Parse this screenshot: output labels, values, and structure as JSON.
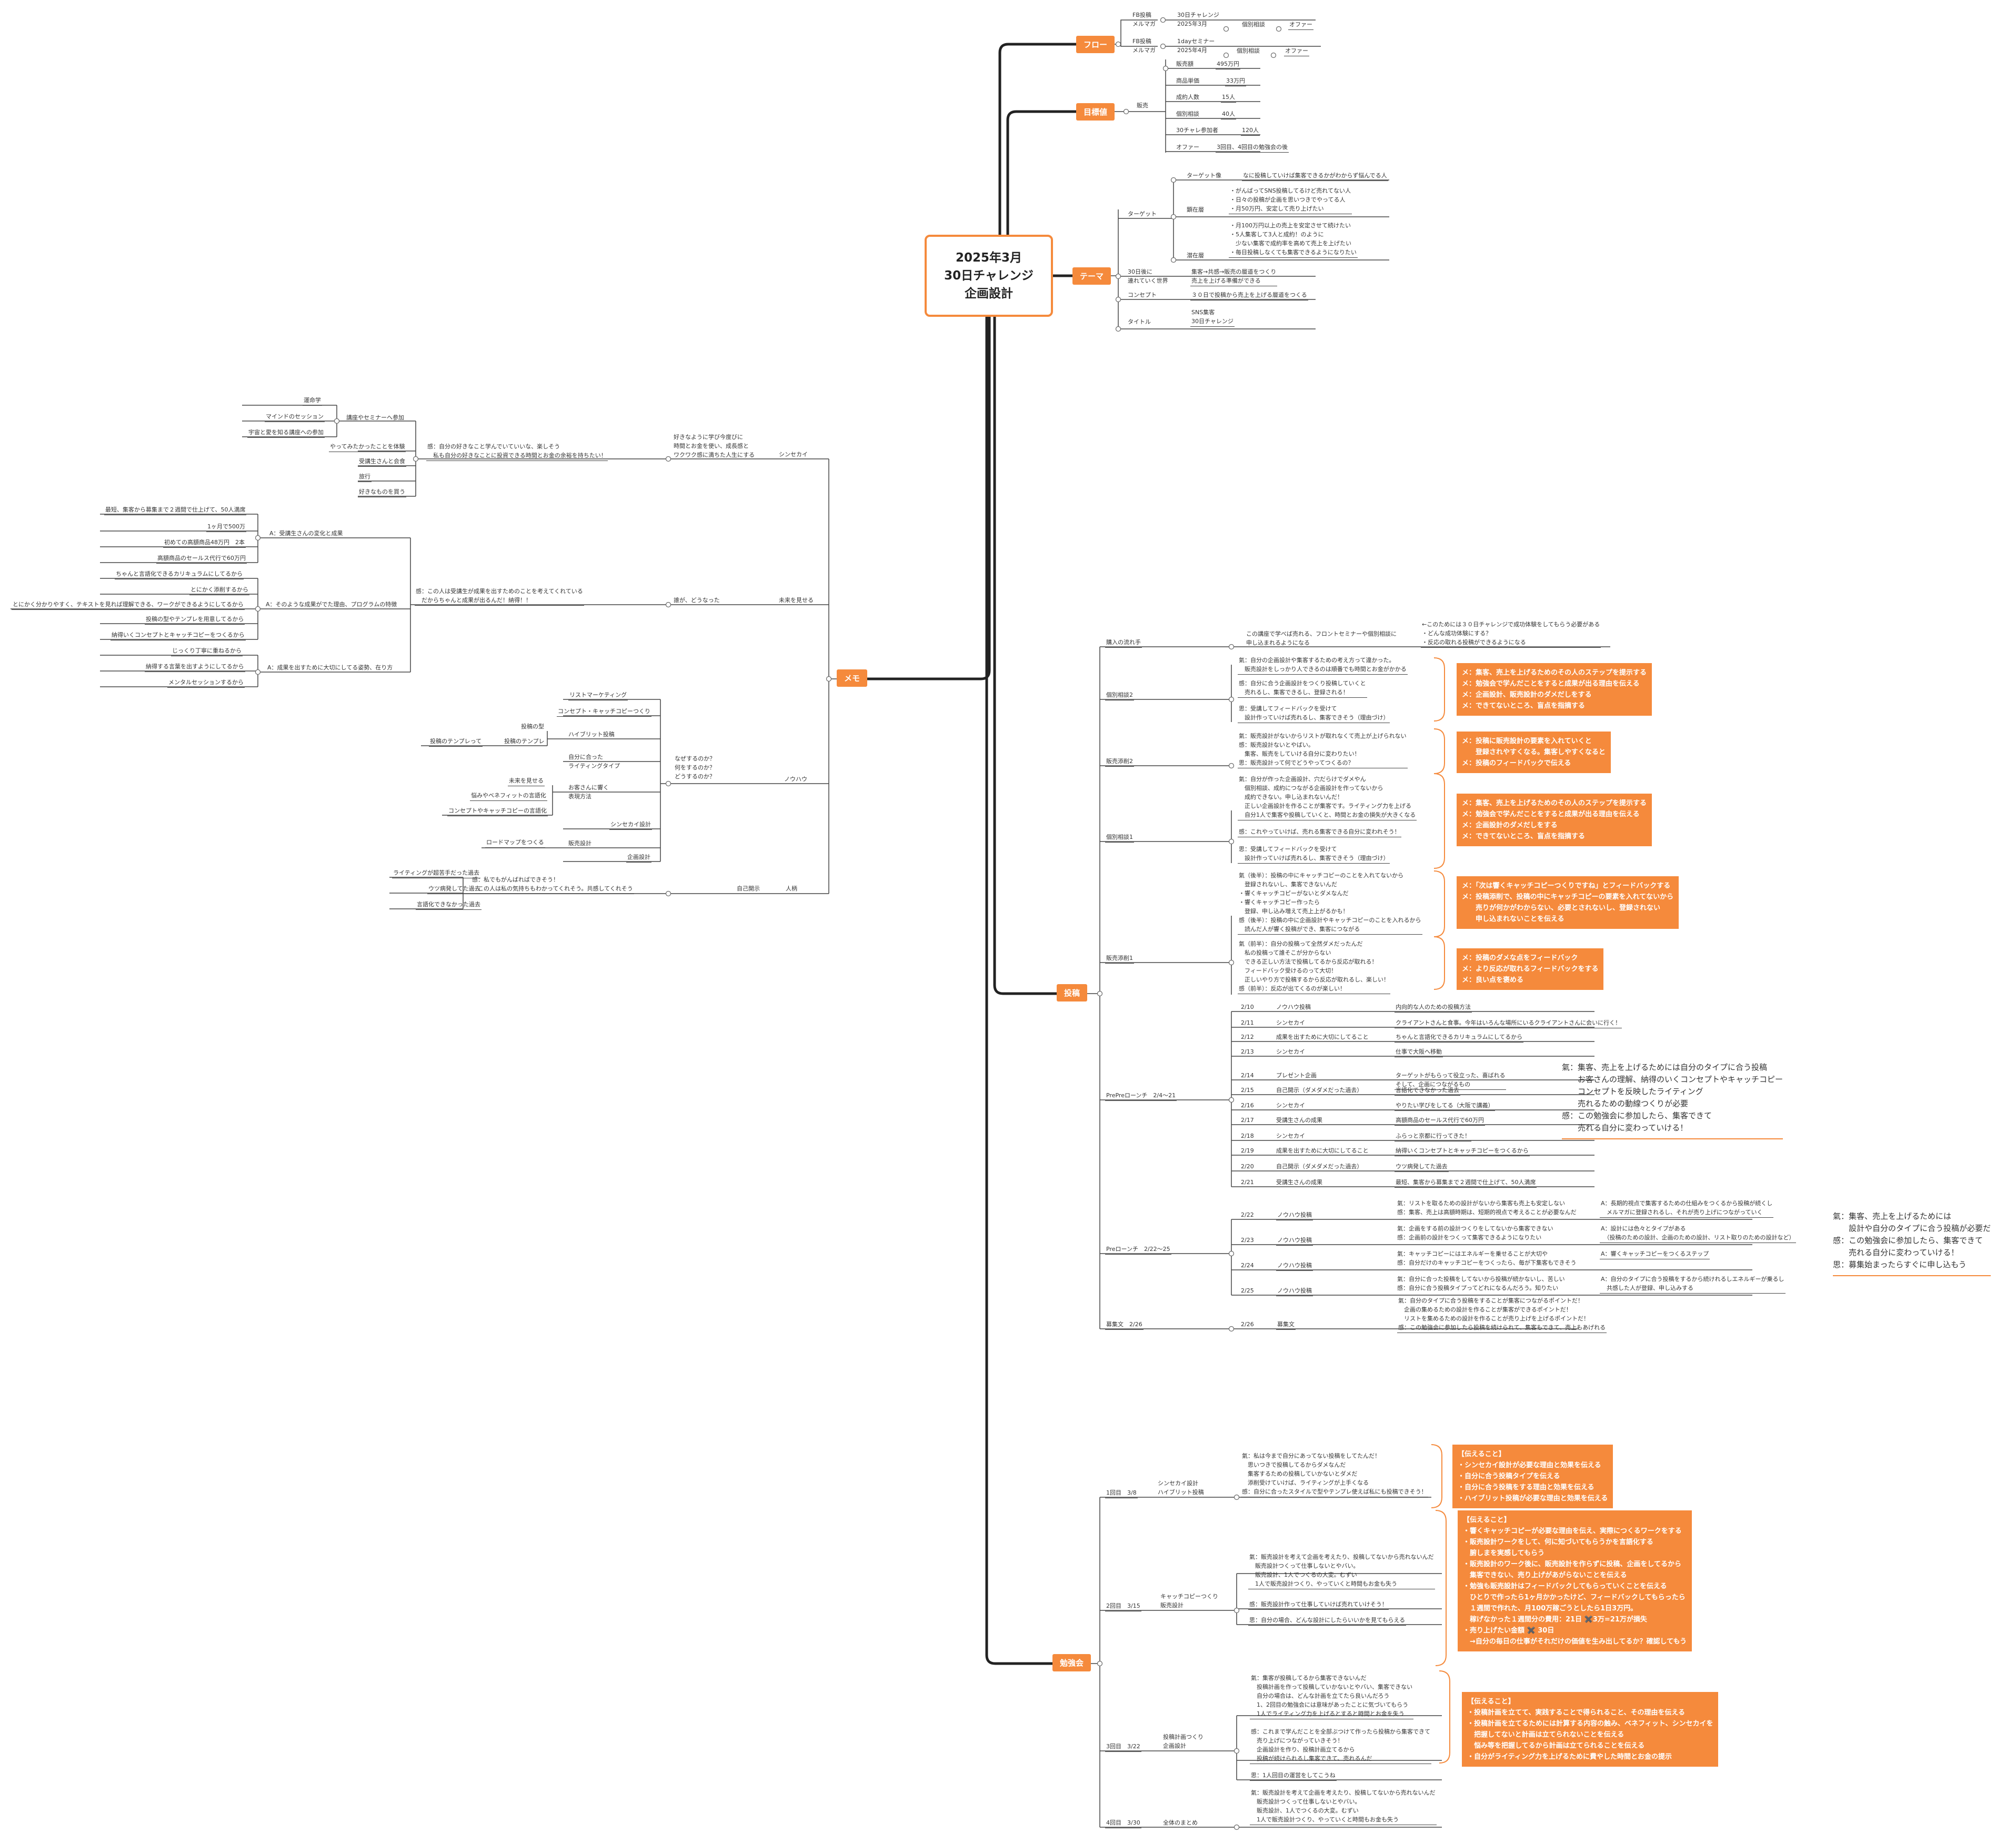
{
  "root": "2025年3月\n30日チャレンジ\n企画設計",
  "branches": {
    "flow": "フロー",
    "target_numbers": "目標値",
    "theme": "テーマ",
    "memo": "メモ",
    "posts": "投稿",
    "study": "勉強会"
  },
  "flow": {
    "r1": [
      "FB投稿\nメルマガ",
      "30日チャレンジ\n2025年3月",
      "個別相談",
      "オファー"
    ],
    "r2": [
      "FB投稿\nメルマガ",
      "1dayセミナー\n2025年4月",
      "個別相談",
      "オファー"
    ]
  },
  "goals": {
    "sales_label": "販売",
    "rows": [
      [
        "販売額",
        "495万円"
      ],
      [
        "商品単価",
        "33万円"
      ],
      [
        "成約人数",
        "15人"
      ],
      [
        "個別相談",
        "40人"
      ],
      [
        "30チャレ参加者",
        "120人"
      ],
      [
        "オファー",
        "3回目、4回目の勉強会の後"
      ]
    ]
  },
  "theme": {
    "target": "ターゲット",
    "target_image_label": "ターゲット像",
    "target_image": "なに投稿していけば集客できるかがわからず悩んでる人",
    "latent_label": "顕在層",
    "latent": "・がんばってSNS投稿してるけど売れてない人\n・日々の投稿が企画を思いつきでやってる人\n・月50万円、安定して売り上げたい",
    "potential_label": "潜在層",
    "potential": "・月100万円以上の売上を安定させて続けたい\n・5人集客して3人と成約！のように\n　少ない集客で成約率を高めて売上を上げたい\n・毎日投稿しなくても集客できるようになりたい",
    "world_label": "30日後に\n連れていく世界",
    "world": "集客→共感→販売の層道をつくり\n売上を上げる準備ができる",
    "concept_label": "コンセプト",
    "concept": "３０日で投稿から売上を上げる層道をつくる",
    "title_label": "タイトル",
    "title": "SNS集客\n30日チャレンジ"
  },
  "memo": {
    "shinsekai": "シンセカイ",
    "shinsekai_desc": "好きなように学び今度びに\n時間とお金を使い、成長感と\nワクワク感に満ちた人生にする",
    "shinsekai_feel": "感：自分の好きなこと学んでいていいな、楽しそう\n　私も自分の好きなことに投資できる時間とお金の余裕を持ちたい！",
    "shinsekai_items": [
      "講座やセミナーへ参加",
      "やってみたかったことを体験",
      "受講生さんと会食",
      "旅行",
      "好きなものを買う"
    ],
    "seminar_items": [
      "運命学",
      "マインドのセッション",
      "宇宙と愛を知る講座への参加"
    ],
    "future": "未来を見せる",
    "future_desc": "誰が、どうなった",
    "future_feel": "感：この人は受講生が成果を出すためのことを考えてくれている\n　だからちゃんと成果が出るんだ！納得！！",
    "a1": "A：受講生さんの変化と成果",
    "a1_items": [
      "最短、集客から募集まで２週間で仕上げて、50人満席",
      "1ヶ月で500万",
      "初めての高額商品48万円　2本",
      "高額商品のセールス代行で60万円"
    ],
    "a2": "A：そのような成果がでた理由、プログラムの特徴",
    "a2_items": [
      "ちゃんと言語化できるカリキュラムにしてるから",
      "とにかく添削するから",
      "とにかく分かりやすく、テキストを見れば理解できる、ワークができるようにしてるから",
      "投稿の型やテンプレを用意してるから",
      "納得いくコンセプトとキャッチコピーをつくるから"
    ],
    "a3": "A：成果を出すために大切にしてる姿勢、在り方",
    "a3_items": [
      "じっくり丁寧に重ねるから",
      "納得する言葉を出すようにしてるから",
      "メンタルセッションするから"
    ],
    "knowhow": "ノウハウ",
    "knowhow_q": "なぜするのか？\n何をするのか？\nどうするのか？",
    "kh_items": [
      "リストマーケティング",
      "コンセプト・キャッチコピーつくり",
      "ハイブリット投稿",
      "自分に合った\nライティングタイプ",
      "お客さんに響く\n表現方法",
      "シンセカイ設計",
      "販売設計",
      "企画設計"
    ],
    "hybrid_sub": [
      "投稿の型",
      "投稿のテンプレ"
    ],
    "hybrid_sub2": "投稿のテンプレって",
    "express_sub": [
      "未来を見せる",
      "悩みやベネフィットの言語化",
      "コンセプトやキャッチコピーの言語化"
    ],
    "sales_sub": "ロードマップをつくる",
    "person": "人柄",
    "disclose": "自己開示",
    "person_feel": "感：私でもがんばればできそう！\n　この人は私の気持ちもわかってくれそう。共感してくれそう",
    "person_items": [
      "ライティングが超苦手だった過去",
      "ウツ病発してた過去",
      "言語化できなかった過去"
    ]
  },
  "posts": {
    "flow_label": "購入の流れ手",
    "flow_text": "この講座で学べば売れる、フロントセミナーや個別相談に\n申し込まれるようになる",
    "flow_note": "←このためには３０日チャレンジで成功体験をしてもらう必要がある\n・どんな成功体験にする？\n・反応の取れる投稿ができるようになる",
    "kobetsu2": "個別相談2",
    "kobetsu2_a": "氣：自分の企画設計や集客するための考え方って違かった。\n　販売設計をしっかり人できるのは順番でも時間とお金がかかる",
    "kobetsu2_b": "感：自分に合う企画設計をつくり投稿していくと\n　売れるし、集客できるし、登録される！",
    "kobetsu2_c": "思：受講してフィードバックを受けて\n　設計作っていけば売れるし、集客できそう（理由づけ）",
    "kobetsu2_call": "メ：集客、売上を上げるためのその人のステップを提示する\nメ：勉強会で学んだことをすると成果が出る理由を伝える\nメ：企画設計、販売設計のダメだしをする\nメ：できてないところ、盲点を指摘する",
    "sales2": "販売添削2",
    "sales2_a": "氣：販売設計がないからリストが取れなくて売上が上げられない\n感：販売設計ないとやばい。\n　集客、販売をしていける自分に変わりたい！\n思：販売設計って何でどうやってつくるの？",
    "sales2_call": "メ：投稿に販売設計の要素を入れていくと\n　　登録されやすくなる。集客しやすくなると\nメ：投稿のフィードバックで伝える",
    "kobetsu1": "個別相談1",
    "kobetsu1_a": "氣：自分が作った企画設計、穴だらけでダメやん\n　個別相談、成約につながる企画設計を作ってないから\n　成約できない。申し込まれないんだ！\n　正しい企画設計を作ることが集客です。ライティング力を上げる\n　自分1人で集客や投稿していくと、時間とお金の損失が大きくなる",
    "kobetsu1_b": "感：これやっていけば、売れる集客できる自分に変われそう！",
    "kobetsu1_c": "思：受講してフィードバックを受けて\n　設計作っていけば売れるし、集客できそう（理由づけ）",
    "kobetsu1_call": "メ：集客、売上を上げるためのその人のステップを提示する\nメ：勉強会で学んだことをすると成果が出る理由を伝える\nメ：企画設計のダメだしをする\nメ：できてないところ、盲点を指摘する",
    "sales1": "販売添削1",
    "sales1_a": "氣（後半）：投稿の中にキャッチコピーのことを入れてないから\n　登録されないし、集客できないんだ\n・響くキャッチコピーがないとダメなんだ\n・響くキャッチコピー作ったら\n　登録、申し込み増えて売上上がるかも！\n感（後半）：投稿の中に企画設計やキャッチコピーのことを入れるから\n　読んだ人が響く投稿ができ、集客につながる",
    "sales1_call1": "メ：「次は響くキャッチコピーつくりですね」とフィードバックする\nメ：投稿添削で、投稿の中にキャッチコピーの要素を入れてないから\n　　売りが何かがわからない、必要とされないし、登録されない\n　　申し込まれないことを伝える",
    "sales1_b": "氣（前半）：自分の投稿って全然ダメだったんだ\n　私の投稿って誰そこが分からない\n　できる正しい方法で投稿してるから反応が取れる！\n　フィードバック受けるのって大切！\n　正しいやり方で投稿するから反応が取れるし、楽しい！\n感（前半）：反応が出てくるのが楽しい！",
    "sales1_call2": "メ：投稿のダメな点をフィードバック\nメ：より反応が取れるフィードバックをする\nメ：良い点を褒める",
    "prepre": "PrePreローンチ　2/4〜21",
    "schedule": [
      [
        "2/10",
        "ノウハウ投稿",
        "内向的な人のための投稿方法"
      ],
      [
        "2/11",
        "シンセカイ",
        "クライアントさんと食事。今年はいろんな場所にいるクライアントさんに会いに行く！"
      ],
      [
        "2/12",
        "成果を出すために大切にしてること",
        "ちゃんと言語化できるカリキュラムにしてるから"
      ],
      [
        "2/13",
        "シンセカイ",
        "仕事で大阪へ移動"
      ],
      [
        "2/14",
        "プレゼント企画",
        "ターゲットがもらって役立った、喜ばれる\nそして、企画につながるもの"
      ],
      [
        "2/15",
        "自己開示（ダメダメだった過去）",
        "言語化できなかった過去"
      ],
      [
        "2/16",
        "シンセカイ",
        "やりたい学びをしてる（大阪で講義）"
      ],
      [
        "2/17",
        "受講生さんの成果",
        "高額商品のセールス代行で60万円"
      ],
      [
        "2/18",
        "シンセカイ",
        "ふらっと京都に行ってきた！"
      ],
      [
        "2/19",
        "成果を出すために大切にしてること",
        "納得いくコンセプトとキャッチコピーをつくるから"
      ],
      [
        "2/20",
        "自己開示（ダメダメだった過去）",
        "ウツ病発してた過去"
      ],
      [
        "2/21",
        "受講生さんの成果",
        "最短、集客から募集まで２週間で仕上げて、50人満席"
      ]
    ],
    "pre": "Preローンチ　2/22〜25",
    "pre_rows": [
      [
        "2/22",
        "ノウハウ投稿",
        "氣：リストを取るための設計がないから集客も売上も安定しない\n感：集客、売上は高額時期は、短期的視点で考えることが必要なんだ",
        "A：長期的視点で集客するための仕組みをつくるから投稿が続くし\n　メルマガに登録されるし、それが売り上げにつながっていく"
      ],
      [
        "2/23",
        "ノウハウ投稿",
        "氣：企画をする前の設計つくりをしてないから集客できない\n感：企画前の設計をつくって集客できるようになりたい",
        "A：設計には色々とタイプがある\n　（投稿のための設計、企画のための設計、リスト取りのための設計など）"
      ],
      [
        "2/24",
        "ノウハウ投稿",
        "氣：キャッチコピーにはエネルギーを乗せることが大切や\n感：自分だけのキャッチコピーをつくったら、毎が下集客もできそう",
        "A：響くキャッチコピーをつくるステップ"
      ],
      [
        "2/25",
        "ノウハウ投稿",
        "氣：自分に合った投稿をしてないから投稿が続かないし、苦しい\n感：自分に合う投稿タイプってどれになるんだろう。知りたい",
        "A：自分のタイプに合う投稿をするから続けれるしエネルギーが乗るし\n　共感した人が登録、申し込みする"
      ]
    ],
    "recruit": "募集文　2/26",
    "recruit_date": "2/26",
    "recruit_item": "募集文",
    "recruit_text": "氣：自分のタイプに合う投稿をすることが集客につながるポイントだ！\n　企画の集めるための設計を作ることが集客ができるポイントだ！\n　リストを集めるための設計を作ることが売り上げを上げるポイントだ！\n感：この勉強会に参加したら投稿を続けられて、集客もできて、売上もあげれる",
    "summary1": "氣：集客、売上を上げるためには自分のタイプに合う投稿\n　　お客さんの理解、納得のいくコンセプトやキャッチコピー\n　　コンセプトを反映したライティング\n　　売れるための動線つくりが必要\n感：この勉強会に参加したら、集客できて\n　　売れる自分に変わっていける！",
    "summary2": "氣：集客、売上を上げるためには\n　　設計や自分のタイプに合う投稿が必要だ\n感：この勉強会に参加したら、集客できて\n　　売れる自分に変わっていける！\n思：募集始まったらすぐに申し込もう"
  },
  "study": {
    "s1": "1回目　3/8",
    "s1_topic": "シンセカイ設計\nハイブリット投稿",
    "s1_text": "氣：私は今まで自分にあってない投稿をしてたんだ！\n　思いつきで投稿してるからダメなんだ\n　集客するための投稿していかないとダメだ\n　添削受けていけば、ライティングが上手くなる\n感：自分に合ったスタイルで型やテンプレ使えば私にも投稿できそう！",
    "s1_call": "【伝えること】\n・シンセカイ設計が必要な理由と効果を伝える\n・自分に合う投稿タイプを伝える\n・自分に合う投稿をする理由と効果を伝える\n・ハイブリット投稿が必要な理由と効果を伝える",
    "s2": "2回目　3/15",
    "s2_topic": "キャッチコピーつくり\n販売設計",
    "s2_text1": "氣：販売設計を考えて企画を考えたり、投稿してないから売れないんだ\n　販売設計つくって仕事しないとやバい。\n　販売設計、1人でつくるの大変。むずい\n　1人で販売設計つくり、やっていくと時間もお金も失う",
    "s2_text2": "感：販売設計作って仕事していけば売れていけそう！",
    "s2_text3": "思：自分の場合、どんな設計にしたらいいかを見てもらえる",
    "s2_call": "【伝えること】\n・響くキャッチコピーが必要な理由を伝え、実際につくるワークをする\n・販売設計ワークをして、何に知づいてもらうかを言語化する\n　腑しまを実感してもらう\n・販売設計のワーク後に、販売設計を作らずに投稿、企画をしてるから\n　集客できない、売り上げがあがらないことを伝える\n・勉強も販売設計はフィードバックしてもらっていくことを伝える\n　ひとりで作ったら1ヶ月かかったけど、フィードバックしてもらったら\n　１週間で作れた、月100万稼ごうとしたら1日3万円。\n　稼げなかった１週間分の費用：21日 ✖️3万=21万が損失\n・売り上げたい金額 ✖️ 30日\n　→自分の毎日の仕事がそれだけの価値を生み出してるか？確認してもう",
    "s3": "3回目　3/22",
    "s3_topic": "投稿計画つくり\n企画設計",
    "s3_text1": "氣：集客が投稿してるから集客できないんだ\n　投稿計画を作って投稿していかないとやバい、集客できない\n　自分の場合は、どんな計画を立てたら良いんだろう\n　1、2回目の勉強会には意味があったことに気づいてもらう\n　1人でライティング力を上げるとすると時間とお金を失う",
    "s3_text2": "感：これまで学んだことを全部ぶつけて作ったら投稿から集客できて\n　売り上げにつながっていきそう！\n　企画設計を作り、投稿計画立てるから\n　投稿が続けられるし集客できて、売れるんだ",
    "s3_text3": "思：1人回目の運営をしてこうね",
    "s3_call": "【伝えること】\n・投稿計画を立てて、実践することで得られること、その理由を伝える\n・投稿計画を立てるためには計算する内容の触み、ベネフィット、シンセカイを\n　把握してないと計画は立てられないことを伝える\n　悩み等を把握してるから計画は立てられることを伝える\n・自分がライティング力を上げるために費やした時間とお金の提示",
    "s4": "4回目　3/30",
    "s4_topic": "全体のまとめ",
    "s4_text": "氣：販売設計を考えて企画を考えたり、投稿してないから売れないんだ\n　販売設計つくって仕事しないとやバい。\n　販売設計、1人でつくるの大変。むずい\n　1人で販売設計つくり、やっていくと時間もお金も失う"
  },
  "colors": {
    "accent": "#f58a3c",
    "line": "#444444",
    "spine": "#222222"
  }
}
